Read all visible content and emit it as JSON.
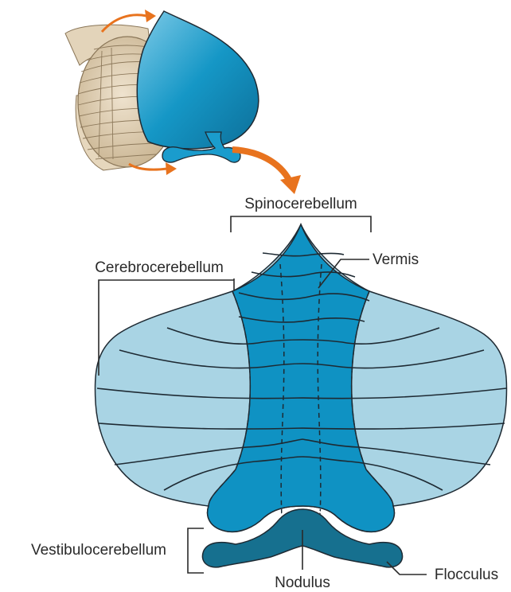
{
  "labels": {
    "spinocerebellum": "Spinocerebellum",
    "cerebrocerebellum": "Cerebrocerebellum",
    "vermis": "Vermis",
    "vestibulocerebellum": "Vestibulocerebellum",
    "nodulus": "Nodulus",
    "flocculus": "Flocculus"
  },
  "colors": {
    "dark_blue": "#0f92c3",
    "light_blue": "#a9d4e4",
    "flocculus_blue": "#16708f",
    "arrow_orange": "#e8731e",
    "brain_tan": "#e0cfb3",
    "outline": "#1e2a33"
  }
}
